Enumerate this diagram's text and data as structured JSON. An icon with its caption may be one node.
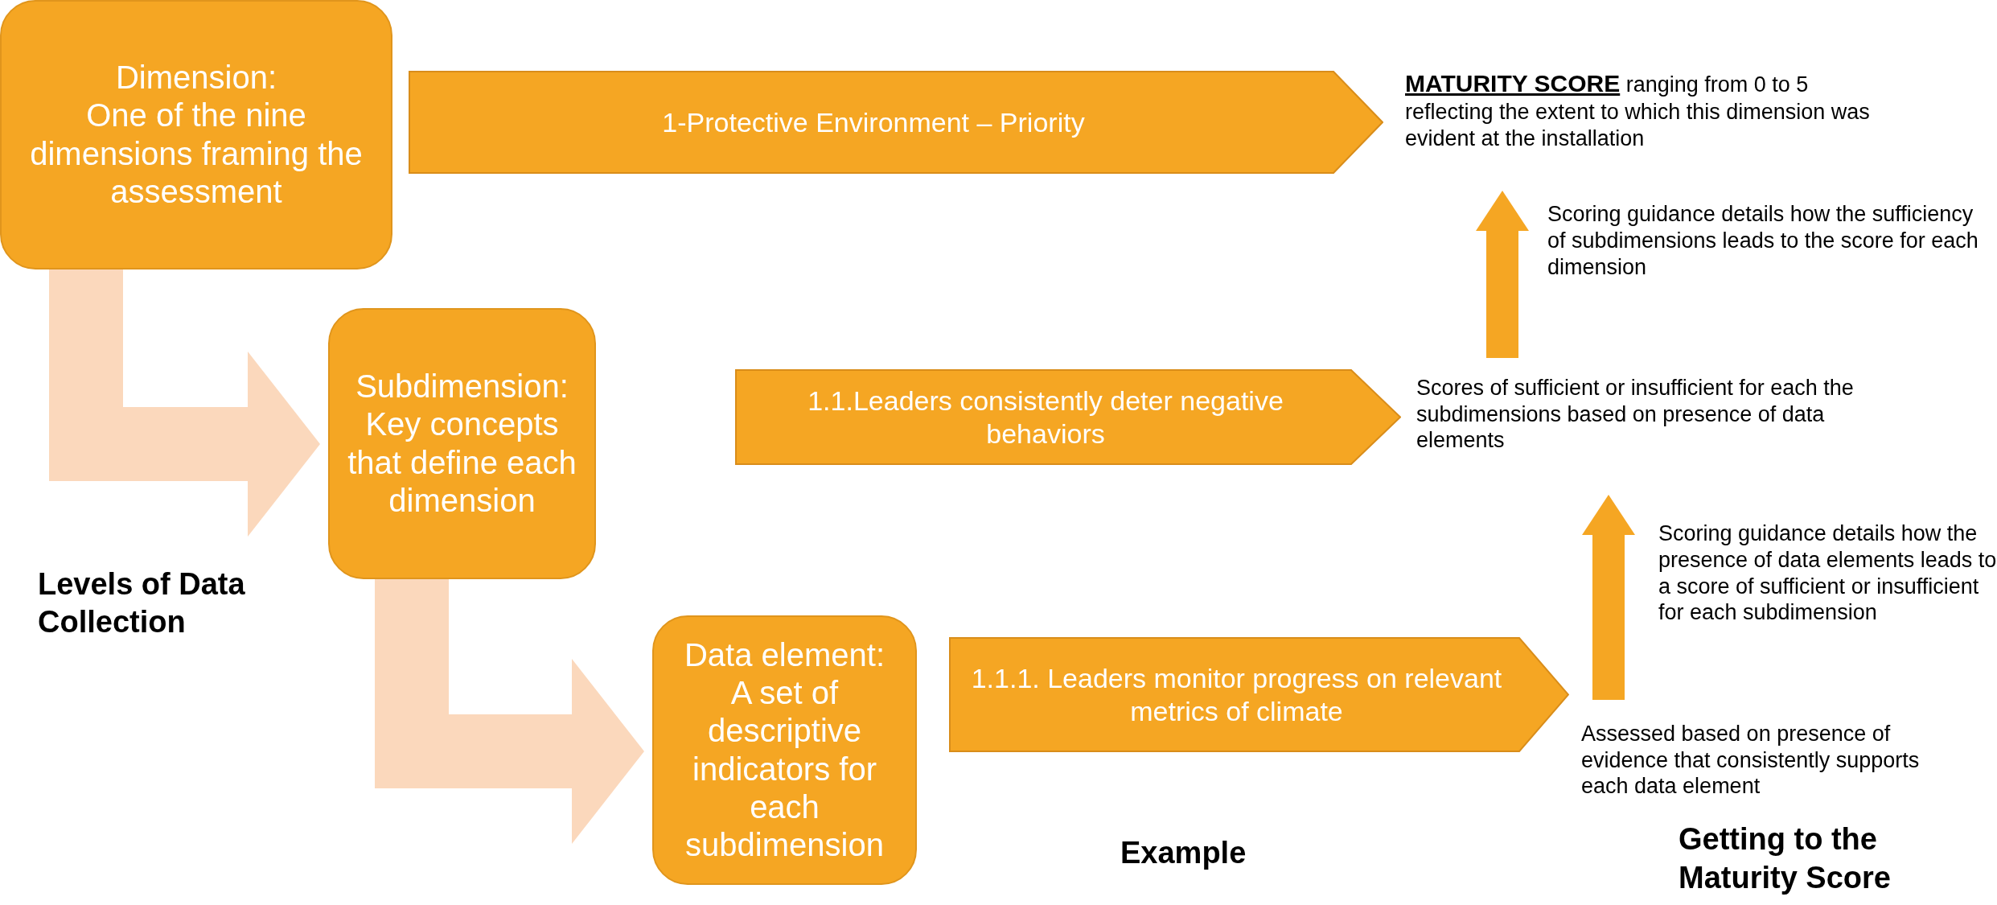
{
  "diagram": {
    "nodes": [
      {
        "text": [
          "Dimension:",
          "One of the nine dimensions framing the assessment"
        ]
      },
      {
        "text": [
          "1-Protective Environment – Priority"
        ]
      },
      {
        "text": [
          "**MATURITY SCORE** ranging from 0 to 5 reflecting the extent to which this dimension was evident at the installation"
        ]
      },
      {
        "text": [
          "Subdimension:",
          "Key concepts that define each dimension"
        ]
      },
      {
        "text": [
          "1.1.Leaders consistently deter negative behaviors"
        ]
      },
      {
        "text": [
          "Scores of sufficient or insufficient for each the subdimensions based on presence of data elements"
        ]
      },
      {
        "text": [
          "Data element:",
          "A set of descriptive indicators for each subdimension"
        ]
      },
      {
        "text": [
          "1.1.1. Leaders monitor progress on relevant metrics of climate"
        ]
      },
      {
        "text": [
          "Assessed based on presence of evidence that consistently supports each data element"
        ]
      }
    ],
    "edges": [
      {
        "from": 0,
        "to": 3,
        "arrow": "to",
        "style": "thick",
        "color": "#fbd8bc"
      },
      {
        "from": 3,
        "to": 6,
        "arrow": "to",
        "style": "thick",
        "color": "#fbd8bc"
      },
      {
        "from": 8,
        "to": 5,
        "arrow": "to",
        "color": "#f5a623",
        "label": "Scoring guidance details how the presence of data elements leads to a score of sufficient or insufficient for each subdimension"
      },
      {
        "from": 5,
        "to": 2,
        "arrow": "to",
        "color": "#f5a623",
        "label": "Scoring guidance details how the sufficiency of subdimensions leads to the score for each dimension"
      }
    ],
    "labels": [
      "Levels of Data Collection",
      "Example",
      "Getting to the Maturity Score"
    ]
  }
}
